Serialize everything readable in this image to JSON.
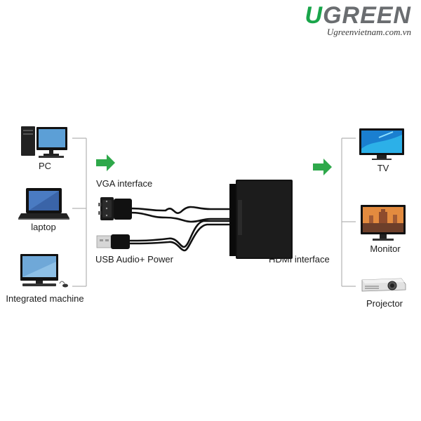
{
  "brand": {
    "logo_rest": "GREEN",
    "logo_u": "U",
    "url": "Ugreenvietnam.com.vn"
  },
  "sources": [
    {
      "label": "PC",
      "icon": "desktop-pc-icon"
    },
    {
      "label": "laptop",
      "icon": "laptop-icon"
    },
    {
      "label": "Integrated machine",
      "icon": "all-in-one-computer-icon"
    }
  ],
  "inputs": {
    "vga_label": "VGA interface",
    "usb_label": "USB Audio+ Power"
  },
  "output": {
    "hdmi_label": "HDMI interface"
  },
  "destinations": [
    {
      "label": "TV",
      "icon": "tv-icon"
    },
    {
      "label": "Monitor",
      "icon": "monitor-icon"
    },
    {
      "label": "Projector",
      "icon": "projector-icon"
    }
  ],
  "colors": {
    "arrow": "#2ea84a",
    "bracket": "#b5b5b5",
    "device": "#111111",
    "brand_green": "#19a54a"
  }
}
